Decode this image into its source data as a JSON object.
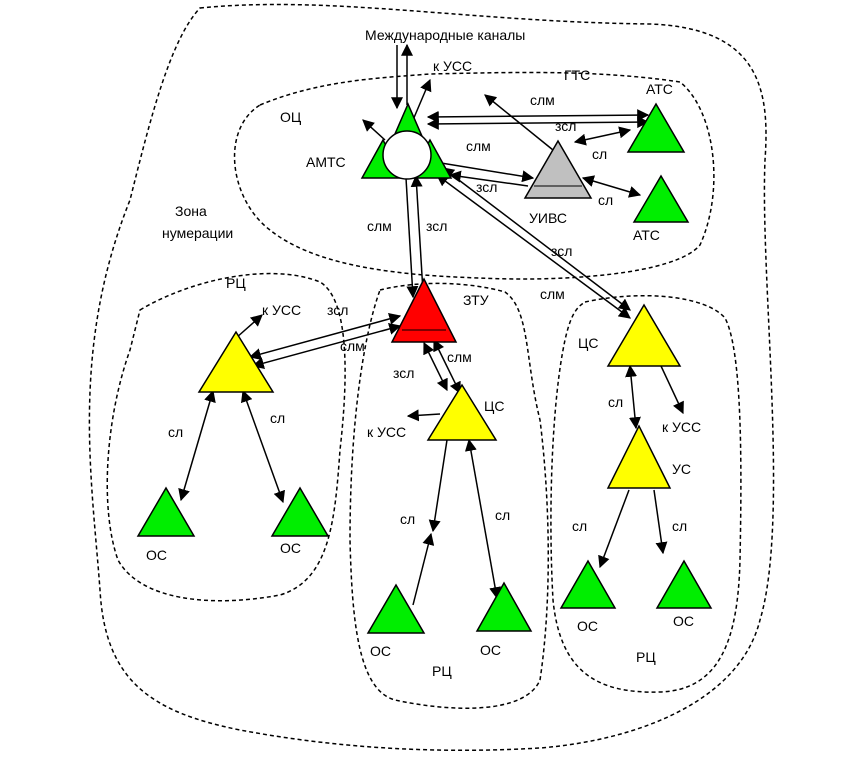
{
  "colors": {
    "green": "#00ee00",
    "yellow": "#ffff00",
    "red": "#ff0000",
    "gray": "#c0c0c0",
    "line": "#000000"
  },
  "labels": {
    "top_channels": "Международные каналы",
    "k_uss": "к УСС",
    "gts": "ГТС",
    "oc": "ОЦ",
    "amts": "АМТС",
    "uivs": "УИВС",
    "ats": "АТС",
    "numbering_zone_line1": "Зона",
    "numbering_zone_line2": "нумерации",
    "rc": "РЦ",
    "ztu": "ЗТУ",
    "cs": "ЦС",
    "us": "УС",
    "os": "ОС",
    "slm": "слм",
    "zsl": "зсл",
    "sl": "сл"
  }
}
